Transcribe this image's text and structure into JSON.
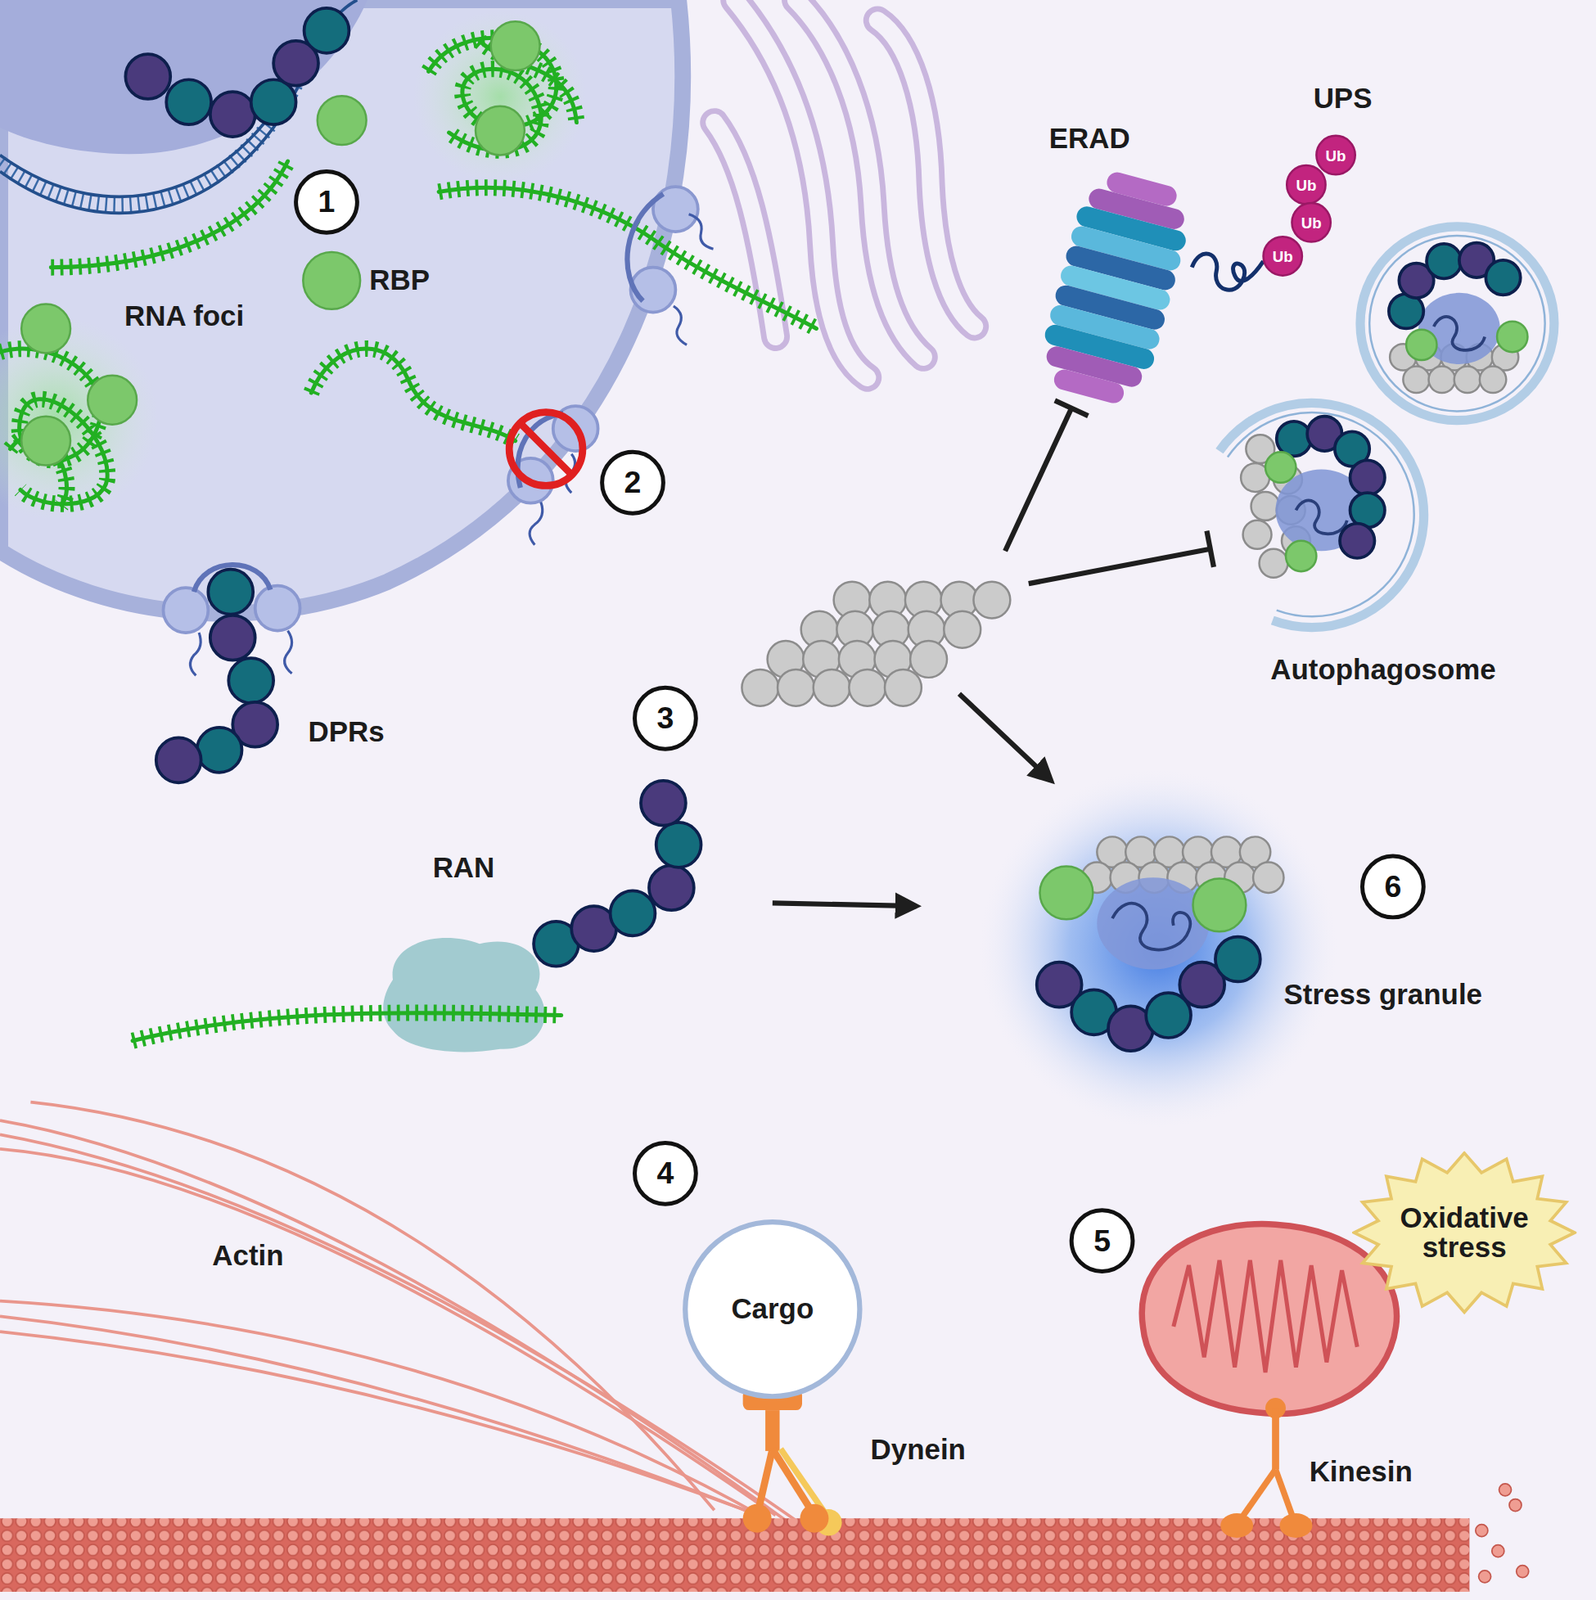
{
  "diagram": {
    "nodes": [
      {
        "text": [
          "Ub"
        ]
      },
      {
        "text": [
          "Ub"
        ]
      },
      {
        "text": [
          "Ub"
        ]
      },
      {
        "text": [
          "Ub"
        ]
      },
      {
        "text": [
          "Cargo"
        ]
      },
      {
        "text": [
          "Oxidative stress"
        ]
      }
    ],
    "labels": [
      "UPS",
      "ERAD",
      "1",
      "RBP",
      "RNA foci",
      "2",
      "Autophagosome",
      "3",
      "DPRs",
      "RAN",
      "6",
      "Stress granule",
      "4",
      "Actin",
      "5",
      "Dynein",
      "Kinesin"
    ]
  }
}
